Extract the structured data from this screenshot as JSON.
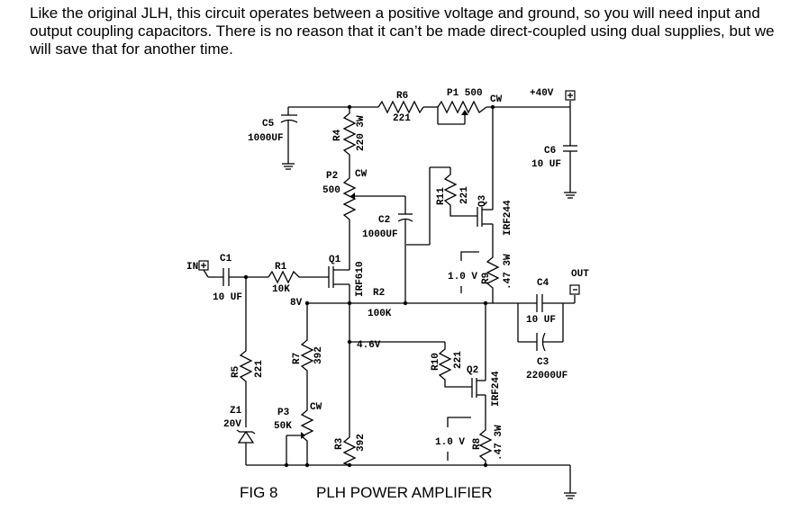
{
  "intro_text": "Like the original JLH, this circuit operates between a positive voltage and ground, so you will need input and output coupling capacitors.  There is no reason that it can’t be made direct-coupled using dual supplies, but we will save that for another time.",
  "figure": {
    "number": "FIG 8",
    "title": "PLH POWER AMPLIFIER"
  },
  "labels": {
    "c5": "C5",
    "c5_val": "1000UF",
    "r4": "R4",
    "r4_val": "220 3W",
    "r6": "R6",
    "r6_val": "221",
    "p1": "P1 500",
    "p1_cw": "CW",
    "vplus": "+40V",
    "c6": "C6",
    "c6_val": "10 UF",
    "p2": "P2",
    "p2_val": "500",
    "p2_cw": "CW",
    "r11": "R11",
    "r11_val": "221",
    "q3": "Q3",
    "q3_type": "IRF244",
    "c2": "C2",
    "c2_val": "1000UF",
    "in": "IN",
    "c1": "C1",
    "c1_val": "10 UF",
    "r1": "R1",
    "r1_val": "10K",
    "q1": "Q1",
    "q1_type": "IRF610",
    "v8": "8V",
    "r2": "R2",
    "r2_val": "100K",
    "r9_v": "1.0 V",
    "r9": "R9",
    "r9_val": ".47 3W",
    "c4": "C4",
    "c4_val": "10 UF",
    "out": "OUT",
    "c3": "C3",
    "c3_val": "22000UF",
    "v46": "4.6V",
    "r5": "R5",
    "r5_val": "221",
    "r7": "R7",
    "r7_val": "392",
    "r10": "R10",
    "r10_val": "221",
    "q2": "Q2",
    "q2_type": "IRF244",
    "z1": "Z1",
    "z1_val": "20V",
    "p3": "P3",
    "p3_val": "50K",
    "p3_cw": "CW",
    "r3": "R3",
    "r3_val": "392",
    "r8_v": "1.0 V",
    "r8": "R8",
    "r8_val": ".47 3W"
  }
}
